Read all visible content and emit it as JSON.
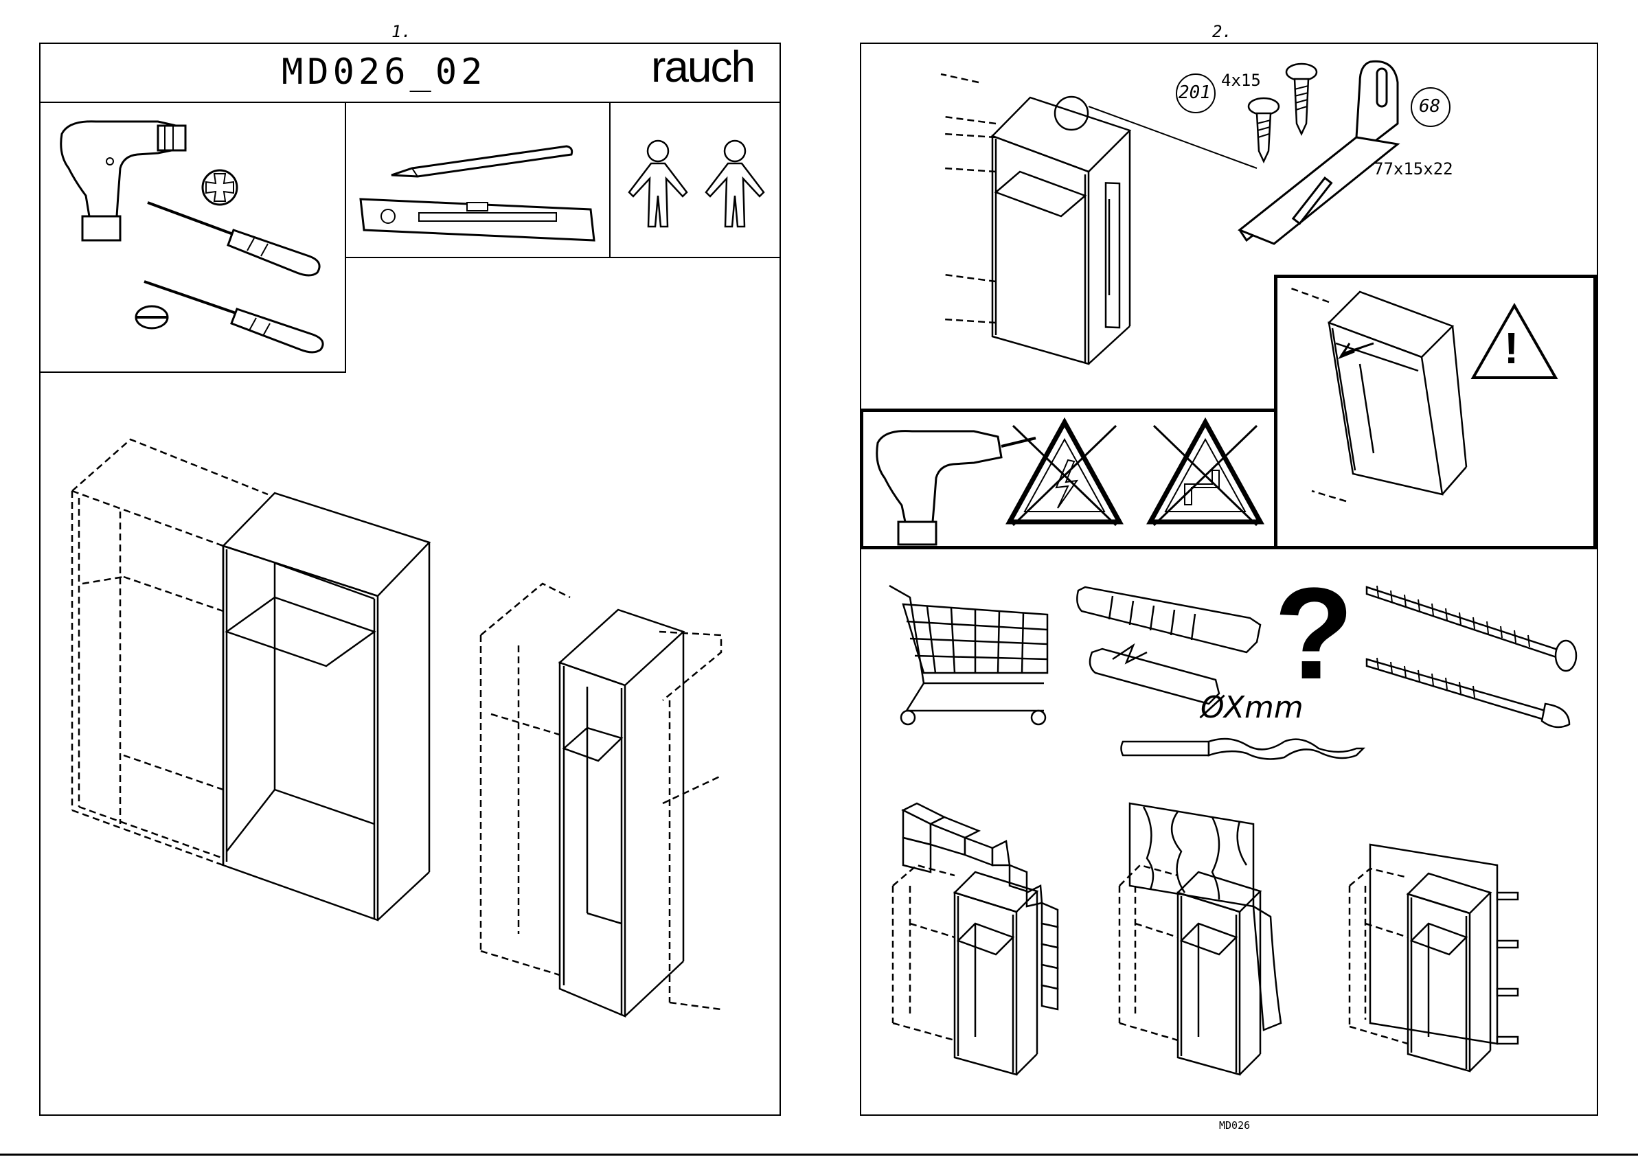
{
  "page_left": {
    "number": "1.",
    "title": "MD026_02",
    "brand": "rauch"
  },
  "page_right": {
    "number": "2.",
    "part_201": "201",
    "screw_size": "4x15",
    "part_68": "68",
    "bracket_size": "77x15x22",
    "diameter_label": "ØXmm",
    "question_mark": "?",
    "warning_mark": "!",
    "footer_code": "MD026"
  },
  "icons": [
    "drill-icon",
    "phillips-screwdriver-icon",
    "flat-screwdriver-icon",
    "pencil-icon",
    "spirit-level-icon",
    "two-persons-icon",
    "wall-bracket-icon",
    "warning-triangle-icon",
    "no-electric-icon",
    "no-water-pipe-icon",
    "shopping-cart-icon",
    "wall-plug-icon",
    "drill-bit-icon",
    "wall-screw-icon",
    "brick-wall-icon",
    "wood-wall-icon",
    "stud-wall-icon"
  ]
}
